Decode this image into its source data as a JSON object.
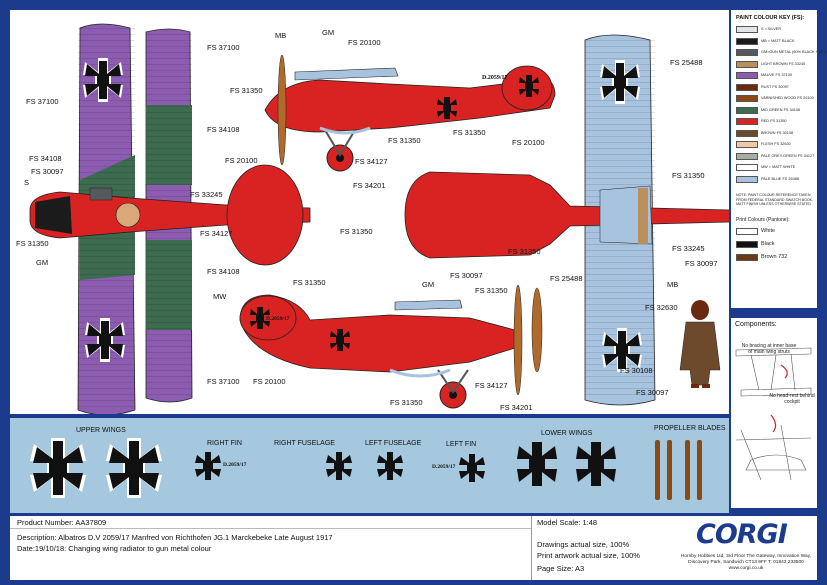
{
  "labels": {
    "top_wing": [
      "FS 37100",
      "FS 34108",
      "FS 37100"
    ],
    "left_wing_left": [
      "FS 37100",
      "FS 34108",
      "FS 30097",
      "S",
      "FS 31350",
      "GM"
    ],
    "left_fus": [
      "FS 33245",
      "FS 34127",
      "FS 34108",
      "FS 37100"
    ],
    "side_top": [
      "MB",
      "GM",
      "FS 20100",
      "FS 31350",
      "FS 20100",
      "FS 31350",
      "FS 31350",
      "FS 20100",
      "FS 34127",
      "FS 34201",
      "FS 31350"
    ],
    "right_view": [
      "FS 25488",
      "FS 31350",
      "FS 31350",
      "FS 33245",
      "FS 25488"
    ],
    "side_bottom": [
      "FS 30097",
      "GM",
      "FS 31350",
      "FS 31350",
      "MW",
      "FS 20100",
      "FS 31350",
      "FS 34127",
      "FS 34201"
    ],
    "pilot": [
      "FS 30097",
      "MB",
      "FS 32630",
      "FS 30108",
      "FS 30097"
    ]
  },
  "markings": {
    "serial": "D.2059/17",
    "insignia_labels": [
      "UPPER WINGS",
      "RIGHT FIN",
      "RIGHT FUSELAGE",
      "LEFT FUSELAGE",
      "LEFT FIN",
      "LOWER WINGS",
      "PROPELLER BLADES"
    ]
  },
  "key": {
    "title": "PAINT COLOUR KEY (FS):",
    "items": [
      {
        "label": "S = SILVER",
        "color": "#e3e6e8"
      },
      {
        "label": "MB = MATT BLACK",
        "color": "#1b1b1b"
      },
      {
        "label": "GM=GUN METAL (60% BLACK + 40% SILVER)",
        "color": "#55585c"
      },
      {
        "label": "LIGHT BROWN FS 33245",
        "color": "#b98f5c"
      },
      {
        "label": "MAUVE FS 37100",
        "color": "#8c5cb0"
      },
      {
        "label": "RUST FS 30097",
        "color": "#6b2a10"
      },
      {
        "label": "VARNISHED WOOD FS 20100",
        "color": "#8a4a13"
      },
      {
        "label": "MID GREEN FS 34108",
        "color": "#3d6b4f"
      },
      {
        "label": "RED FS 31350",
        "color": "#d92323"
      },
      {
        "label": "BROWN FS 30108",
        "color": "#6e4a2c"
      },
      {
        "label": "FLESH FS 32630",
        "color": "#f0c8a5"
      },
      {
        "label": "PALE GREY-GREEN FS 34127",
        "color": "#a7ada0"
      },
      {
        "label": "MW = MATT WHITE",
        "color": "#ffffff"
      },
      {
        "label": "PALE BLUE FS 25488",
        "color": "#a7c3df"
      }
    ],
    "note": "NOTE: PAINT COLOUR REFERENCE TAKEN FROM FEDERAL STANDARD SWATCH BOOK, MATT FINISH UNLESS OTHERWISE STATED",
    "print_title": "Print Colours (Pantone):",
    "print_colours": [
      {
        "label": "White",
        "color": "#ffffff"
      },
      {
        "label": "Black",
        "color": "#111111"
      },
      {
        "label": "Brown 732",
        "color": "#6a3b14"
      }
    ]
  },
  "components": {
    "title": "Components:",
    "note1": "No bracing at inner base of main wing struts",
    "note2": "No head-rest behind cockpit"
  },
  "footer": {
    "product_number": "Product Number:  AA37809",
    "description": "Description: Albatros D.V 2059/17 Manfred von Richthofen JG.1 Marckebeke Late August 1917",
    "date": "Date:19/10/18: Changing wing radiator to gun metal colour",
    "scale": "Model Scale: 1:48",
    "drawings": "Drawings actual size, 100%",
    "print": "Print artwork actual size, 100%",
    "page": "Page Size: A3",
    "brand": "CORGI",
    "address": "Hornby Hobbies Ltd, 3rd Floor The Gateway, Innovation Way, Discovery Park, Sandwich  CT13 9FF  T: 01843 233500   www.corgi.co.uk"
  }
}
